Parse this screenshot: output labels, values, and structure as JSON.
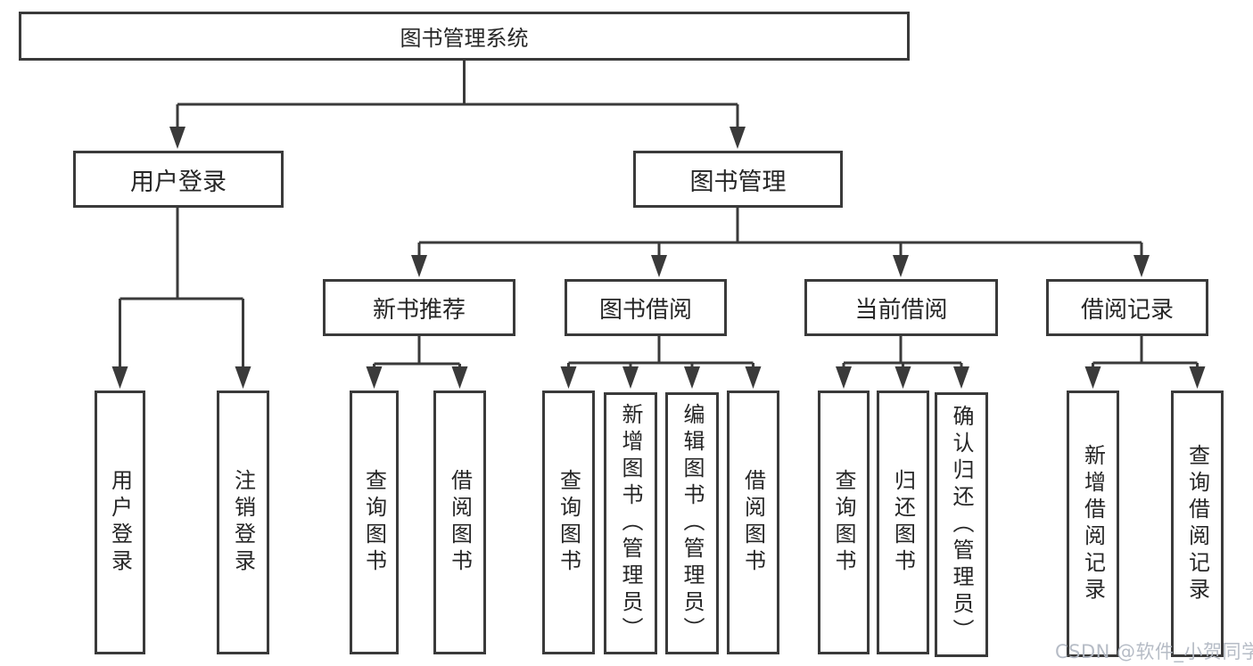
{
  "diagram": {
    "root": "图书管理系统",
    "branches": {
      "user_login": {
        "label": "用户登录",
        "children": [
          "用户登录",
          "注销登录"
        ]
      },
      "book_management": {
        "label": "图书管理",
        "sections": {
          "new_book_recommend": {
            "label": "新书推荐",
            "children": [
              "查询图书",
              "借阅图书"
            ]
          },
          "book_borrowing": {
            "label": "图书借阅",
            "children": [
              "查询图书",
              "新增图书（管理员）",
              "编辑图书（管理员）",
              "借阅图书"
            ]
          },
          "current_borrowing": {
            "label": "当前借阅",
            "children": [
              "查询图书",
              "归还图书",
              "确认归还（管理员）"
            ]
          },
          "borrowing_records": {
            "label": "借阅记录",
            "children": [
              "新增借阅记录",
              "查询借阅记录"
            ]
          }
        }
      }
    }
  },
  "watermark": {
    "text": "CSDN @软件_小贺同学"
  },
  "colors": {
    "line": "#3a3a3a",
    "box_border": "#3a3a3a",
    "box_background": "#ffffff",
    "text": "#262626",
    "watermark": "#b2b8c3",
    "page_background": "#ffffff"
  }
}
